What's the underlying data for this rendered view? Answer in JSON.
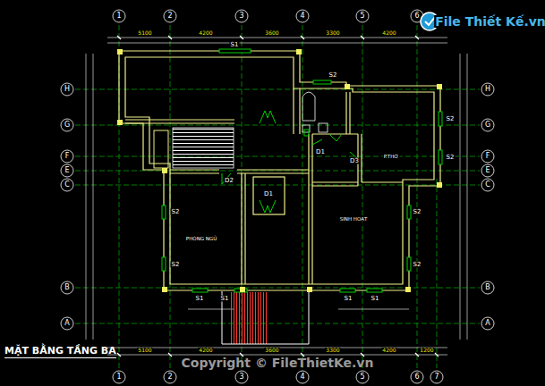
{
  "diagram": {
    "title": "MẶT BẰNG TẦNG BA",
    "labels": [
      "1",
      "2",
      "3",
      "4",
      "5",
      "6",
      "1",
      "2",
      "3",
      "4",
      "5",
      "6",
      "7",
      "H",
      "G",
      "F",
      "E",
      "C",
      "B",
      "A",
      "H",
      "G",
      "F",
      "E",
      "C",
      "B",
      "A",
      "S1",
      "S2",
      "S2",
      "S2",
      "S2",
      "S2",
      "S2",
      "S2",
      "S1",
      "S1",
      "S1",
      "S1",
      "D1",
      "D2",
      "D1",
      "D3",
      "PHÒNG NGỦ",
      "SINH HOẠT",
      "P.THỜ",
      "5100",
      "4200",
      "3600",
      "3300",
      "4200",
      "5100",
      "4200",
      "3600",
      "3300",
      "4200",
      "1200",
      "Copyright © FileThietKe.vn",
      "File Thiết Kế.vn"
    ]
  }
}
